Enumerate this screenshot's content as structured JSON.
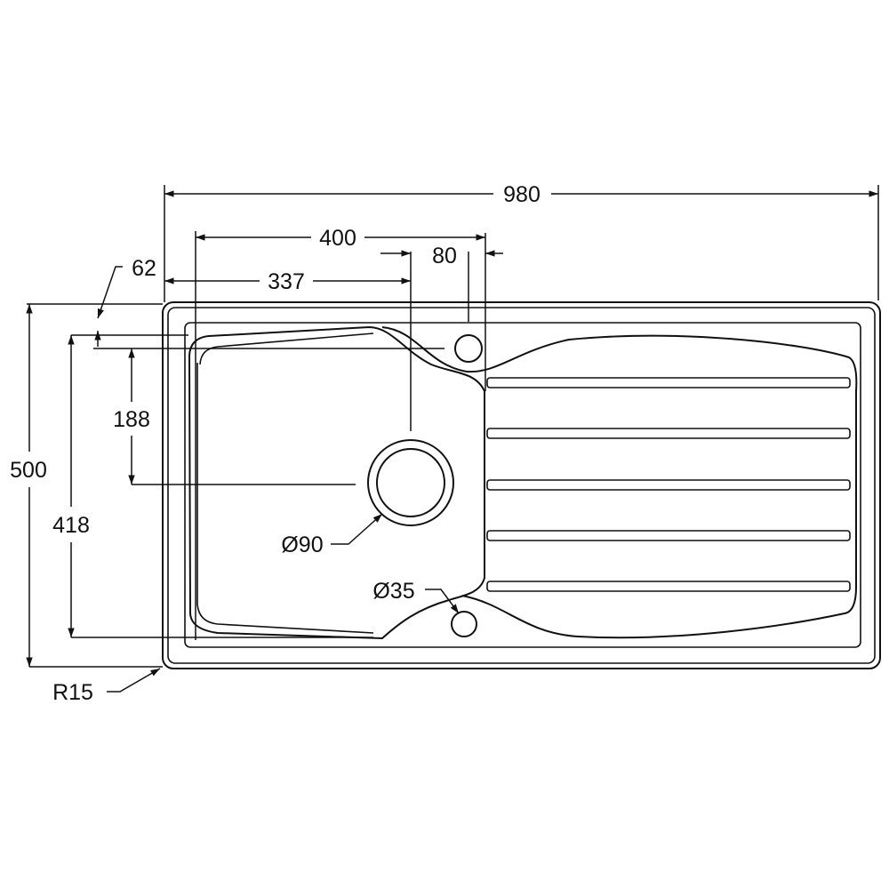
{
  "drawing": {
    "title": "Single bowl sink with drainer – dimension drawing",
    "dimensions": {
      "overall_width": "980",
      "bowl_width": "400",
      "waste_offset": "337",
      "tap_hole_offset": "80",
      "rim_offset": "62",
      "tap_to_waste": "188",
      "bowl_length": "418",
      "overall_depth": "500",
      "corner_radius": "R15",
      "waste_diameter": "Ø90",
      "tap_hole_diameter": "Ø35"
    },
    "colors": {
      "line": "#111111",
      "background": "#ffffff"
    }
  }
}
